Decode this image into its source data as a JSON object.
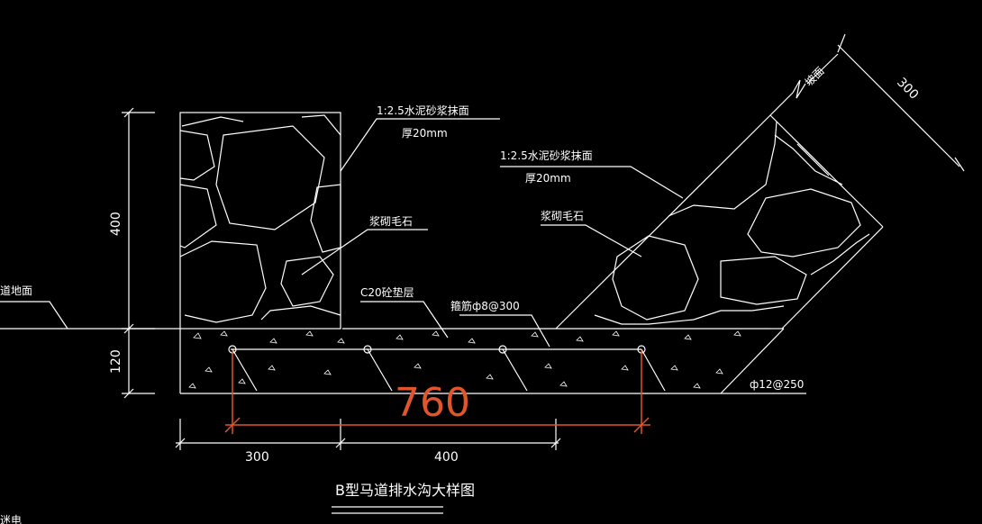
{
  "colors": {
    "background": "#000000",
    "line": "#ffffff",
    "highlight": "#e0552a"
  },
  "labels": {
    "plaster_left": "1:2.5水泥砂浆抹面",
    "thickness_left": "厚20mm",
    "plaster_right": "1:2.5水泥砂浆抹面",
    "thickness_right": "厚20mm",
    "rubble_left": "浆砌毛石",
    "rubble_right": "浆砌毛石",
    "cushion": "C20砼垫层",
    "rebar_top": "箍筋ф8@300",
    "rebar_bottom": "ф12@250",
    "ground_left": "道地面",
    "slope_top": "坡面",
    "clip_bottom_left": "迷电"
  },
  "dimensions": {
    "height_wall": "400",
    "height_base": "120",
    "width_left": "300",
    "width_mid": "400",
    "slope_width": "300",
    "highlight_length": "760"
  },
  "title": "B型马道排水沟大样图"
}
